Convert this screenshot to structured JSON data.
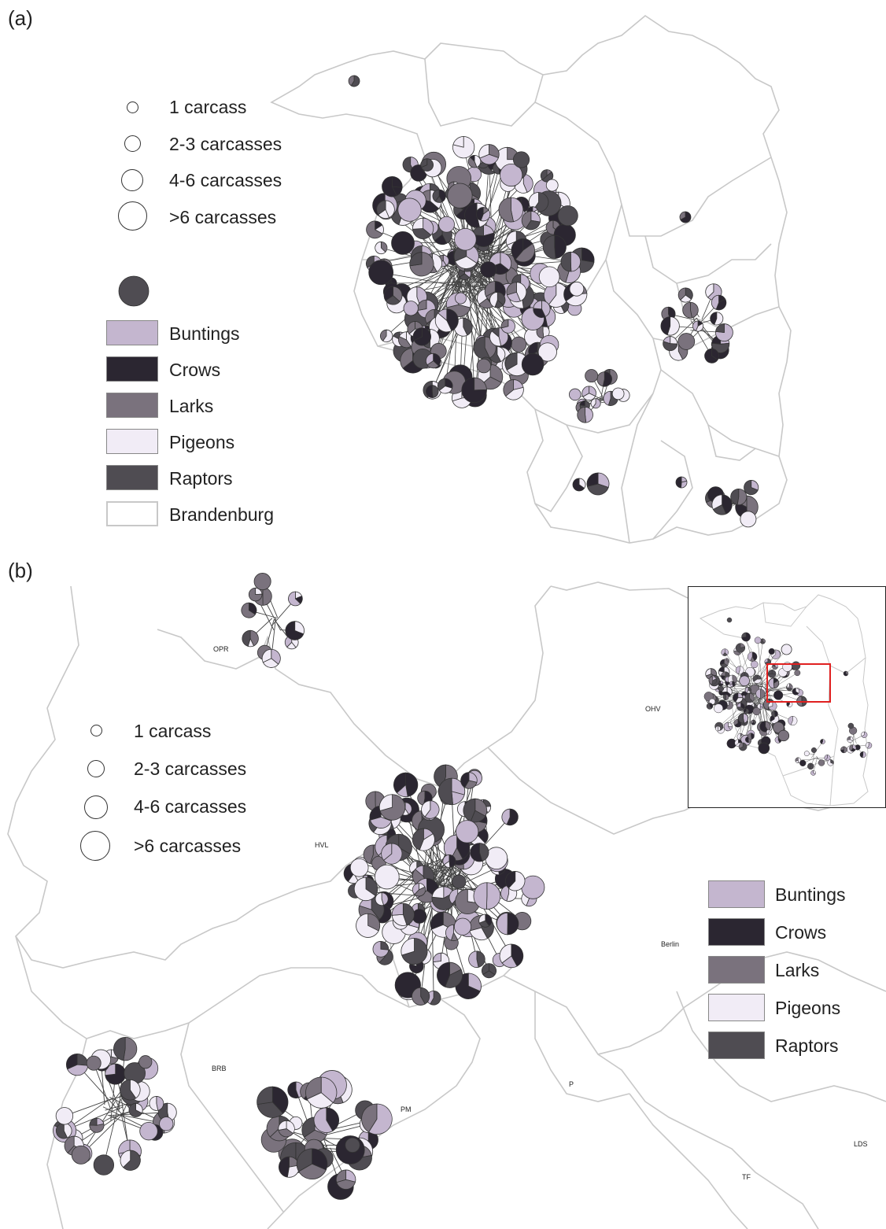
{
  "panel_a": {
    "label": "(a)",
    "size_legend": [
      "1 carcass",
      "2-3 carcasses",
      "4-6 carcasses",
      ">6 carcasses"
    ],
    "category_legend": [
      "Buntings",
      "Crows",
      "Larks",
      "Pigeons",
      "Raptors",
      "Brandenburg"
    ]
  },
  "panel_b": {
    "label": "(b)",
    "size_legend": [
      "1 carcass",
      "2-3 carcasses",
      "4-6 carcasses",
      ">6 carcasses"
    ],
    "category_legend": [
      "Buntings",
      "Crows",
      "Larks",
      "Pigeons",
      "Raptors"
    ],
    "districts": {
      "opr": "OPR",
      "ohv": "OHV",
      "hvl": "HVL",
      "berlin": "Berlin",
      "brb": "BRB",
      "pm": "PM",
      "p": "P",
      "lds": "LDS",
      "tf": "TF"
    }
  },
  "colors": {
    "buntings": "#c4b6cf",
    "crows": "#2b2631",
    "larks": "#7a727d",
    "pigeons": "#f1ecf6",
    "raptors": "#4f4c52",
    "boundary": "#c8c8c8",
    "inset_highlight": "#e02020"
  }
}
